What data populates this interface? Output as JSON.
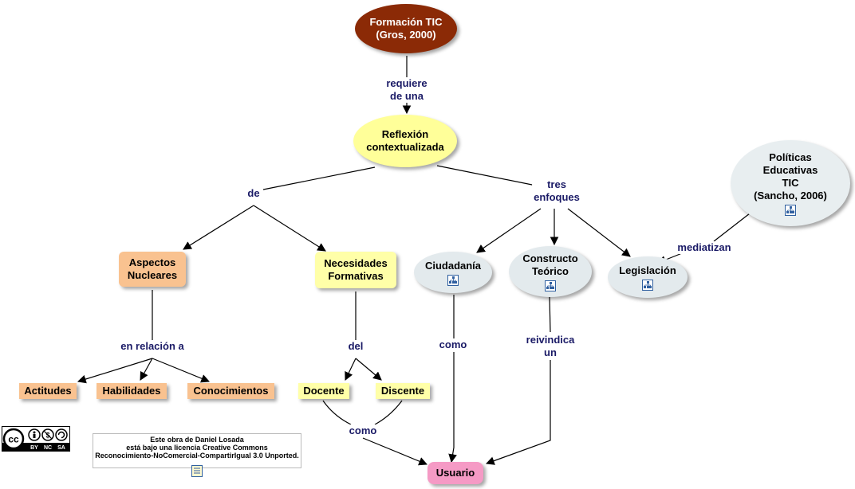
{
  "nodes": {
    "formacion": {
      "line1": "Formación TIC",
      "line2": "(Gros, 2000)"
    },
    "reflexion": {
      "line1": "Reflexión",
      "line2": "contextualizada"
    },
    "politicas": {
      "line1": "Políticas",
      "line2": "Educativas",
      "line3": "TIC",
      "line4": "(Sancho, 2006)"
    },
    "aspectos": {
      "line1": "Aspectos",
      "line2": "Nucleares"
    },
    "necesidades": {
      "line1": "Necesidades",
      "line2": "Formativas"
    },
    "ciudadania": {
      "line1": "Ciudadanía"
    },
    "constructo": {
      "line1": "Constructo",
      "line2": "Teórico"
    },
    "legislacion": {
      "line1": "Legislación"
    },
    "actitudes": "Actitudes",
    "habilidades": "Habilidades",
    "conocimientos": "Conocimientos",
    "docente": "Docente",
    "discente": "Discente",
    "usuario": "Usuario"
  },
  "links": {
    "requiere": {
      "line1": "requiere",
      "line2": "de una"
    },
    "de": "de",
    "tres_enfoques": {
      "line1": "tres",
      "line2": "enfoques"
    },
    "mediatizan": "mediatizan",
    "en_relacion": "en relación a",
    "del": "del",
    "como_ciudadania": "como",
    "reivindica": {
      "line1": "reivindica",
      "line2": "un"
    },
    "como_docente": "como"
  },
  "license": {
    "line1": "Este obra de Daniel Losada",
    "line2": "está bajo una licencia Creative Commons",
    "line3": "Reconocimiento-NoComercial-CompartirIgual 3.0 Unported."
  },
  "cc_badge": {
    "mark": "cc",
    "terms": [
      "BY",
      "NC",
      "SA"
    ]
  },
  "colors": {
    "formacion": "#8b2a06",
    "reflexion": "#ffff99",
    "politicas": "#e8eef0",
    "aspectos": "#f9c290",
    "necesidades": "#ffffa8",
    "concept_gray": "#e3eaed",
    "usuario": "#f59ac5",
    "link_text": "#1a1a66"
  }
}
